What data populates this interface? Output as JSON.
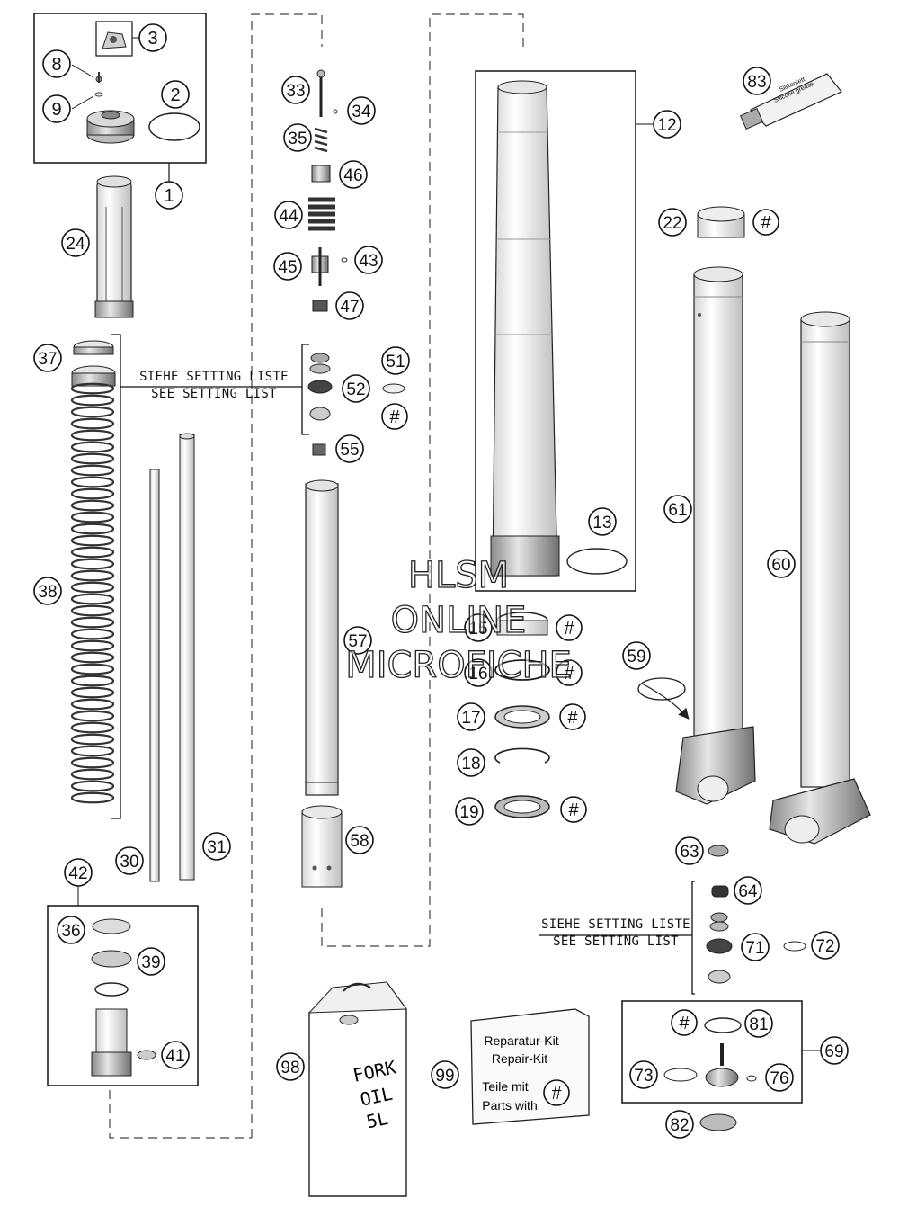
{
  "callouts": [
    "1",
    "2",
    "3",
    "8",
    "9",
    "24",
    "37",
    "38",
    "30",
    "31",
    "42",
    "36",
    "39",
    "41",
    "33",
    "34",
    "35",
    "46",
    "44",
    "45",
    "43",
    "47",
    "51",
    "52",
    "#",
    "55",
    "57",
    "58",
    "12",
    "13",
    "15",
    "16",
    "17",
    "18",
    "19",
    "22",
    "61",
    "60",
    "59",
    "63",
    "64",
    "71",
    "72",
    "69",
    "81",
    "73",
    "76",
    "82",
    "83",
    "98",
    "99"
  ],
  "hash": "#",
  "setting_note": {
    "de": "SIEHE SETTING LISTE",
    "en": "SEE SETTING LIST"
  },
  "oil_can": {
    "line1": "FORK",
    "line2": "OIL",
    "line3": "5L"
  },
  "repair_kit": {
    "line1": "Reparatur-Kit",
    "line2": "Repair-Kit",
    "line3": "Teile mit",
    "line4": "Parts with"
  },
  "grease": {
    "line1": "Silikonfett",
    "line2": "Silicone grease"
  },
  "watermark": {
    "line1": "HLSM",
    "line2": "ONLINE",
    "line3": "MICROFICHE"
  }
}
